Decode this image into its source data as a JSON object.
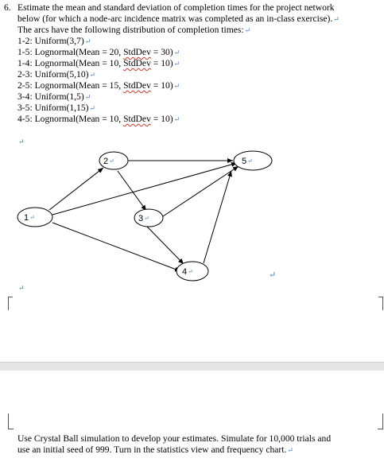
{
  "question": {
    "number": "6.",
    "line1": "Estimate the mean and standard deviation of completion times for the project network",
    "line2": "below (for which a node-arc incidence matrix was completed as an in-class exercise).",
    "line3": "The arcs have the following distribution of completion times:",
    "arcs": [
      {
        "pre": "1-2: Uniform(3,7)",
        "sq": "",
        "post": ""
      },
      {
        "pre": "1-5: Lognormal(Mean = 20, ",
        "sq": "StdDev",
        "post": " = 30)"
      },
      {
        "pre": "1-4: Lognormal(Mean = 10, ",
        "sq": "StdDev",
        "post": " = 10)"
      },
      {
        "pre": "2-3: Uniform(5,10)",
        "sq": "",
        "post": ""
      },
      {
        "pre": "2-5: Lognormal(Mean = 15, ",
        "sq": "StdDev",
        "post": " = 10)"
      },
      {
        "pre": "3-4: Uniform(1,5)",
        "sq": "",
        "post": ""
      },
      {
        "pre": "3-5: Uniform(1,15)",
        "sq": "",
        "post": ""
      },
      {
        "pre": "4-5: Lognormal(Mean = 10, ",
        "sq": "StdDev",
        "post": " = 10)"
      }
    ]
  },
  "network": {
    "nodes": [
      "1",
      "2",
      "3",
      "4",
      "5"
    ]
  },
  "instruction": {
    "line1": "Use Crystal Ball simulation to develop your estimates. Simulate for 10,000 trials and",
    "line2": "use an initial seed of 999. Turn in the statistics view and frequency chart."
  },
  "return_mark": "↵"
}
